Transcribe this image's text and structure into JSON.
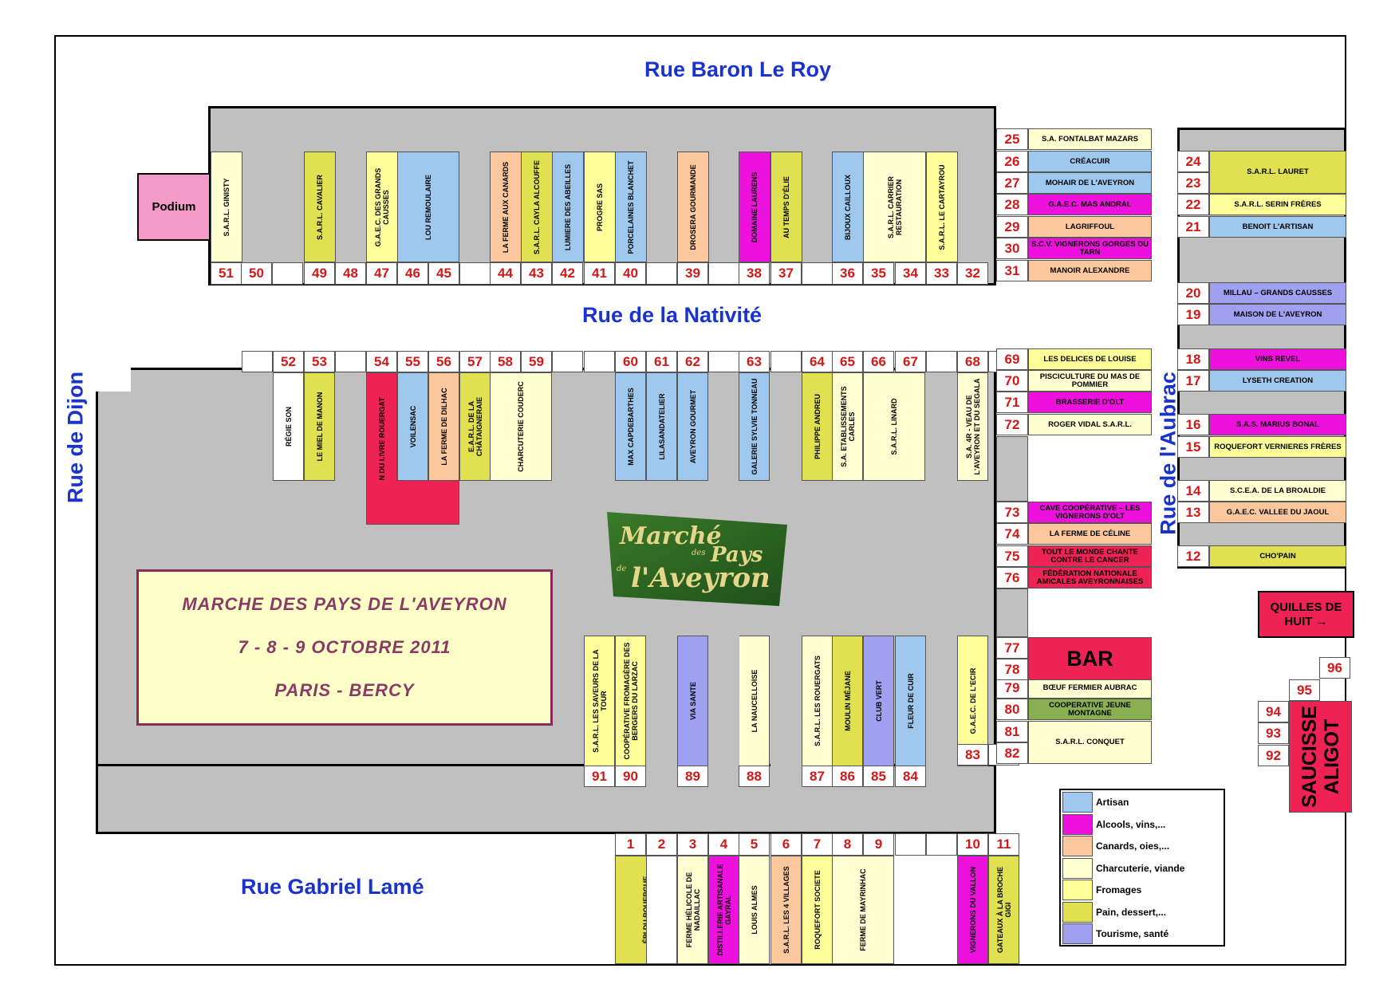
{
  "colors": {
    "artisan": "#9fc8ee",
    "alcools": "#ee11dd",
    "canards": "#fbc89e",
    "charcuterie": "#ffffd2",
    "fromages": "#ffff99",
    "pain": "#e0e050",
    "tourisme": "#a0a0f0",
    "white": "#ffffff",
    "red": "#ee2255",
    "green": "#88b050",
    "grey": "#c0c0c0"
  },
  "streets": {
    "north": "Rue Baron Le Roy",
    "middle": "Rue de la Nativité",
    "south": "Rue Gabriel Lamé",
    "west": "Rue de Dijon",
    "east": "Rue de l'Aubrac"
  },
  "podium": "Podium",
  "event": {
    "line1": "MARCHE DES PAYS DE L'AVEYRON",
    "line2": "7 - 8 - 9 OCTOBRE 2011",
    "line3": "PARIS - BERCY"
  },
  "logo": {
    "line1": "Marché",
    "small": "des",
    "line2": "Pays",
    "small2": "de",
    "line3": "l'Aveyron"
  },
  "bar": "BAR",
  "quilles": "QUILLES DE HUIT →",
  "saucisse": {
    "line1": "SAUCISSE",
    "line2": "ALIGOT"
  },
  "legend": [
    {
      "key": "artisan",
      "label": "Artisan"
    },
    {
      "key": "alcools",
      "label": "Alcools, vins,..."
    },
    {
      "key": "canards",
      "label": "Canards, oies,..."
    },
    {
      "key": "charcuterie",
      "label": "Charcuterie, viande"
    },
    {
      "key": "fromages",
      "label": "Fromages"
    },
    {
      "key": "pain",
      "label": "Pain, dessert,..."
    },
    {
      "key": "tourisme",
      "label": "Tourisme, santé"
    }
  ],
  "top_stands": [
    {
      "label": "S.A.R.L. GINISTY",
      "color": "charcuterie"
    },
    {
      "label": "S.A.R.L. CAVALIER",
      "color": "pain"
    },
    {
      "label": "G.A.E.C. DES GRANDS CAUSSES",
      "color": "fromages"
    },
    {
      "label": "LOU REMOULAIRE",
      "color": "artisan"
    },
    {
      "label": "LA FERME AUX CANARDS",
      "color": "canards"
    },
    {
      "label": "S.A.R.L. CAYLA ALCOUFFE",
      "color": "pain"
    },
    {
      "label": "LUMIERE DES ABEILLES",
      "color": "artisan"
    },
    {
      "label": "PROGRE SAS",
      "color": "fromages"
    },
    {
      "label": "PORCELAINES BLANCHET",
      "color": "artisan"
    },
    {
      "label": "DROSERA GOURMANDE",
      "color": "canards"
    },
    {
      "label": "DOMAINE LAURENS",
      "color": "alcools"
    },
    {
      "label": "AU TEMPS D'ÉLIE",
      "color": "pain"
    },
    {
      "label": "BIJOUX CAILLOUX",
      "color": "artisan"
    },
    {
      "label": "S.A.R.L. CARRIER RESTAURATION",
      "color": "charcuterie"
    },
    {
      "label": "S.A.R.L. LE CARTAYROU",
      "color": "fromages"
    }
  ],
  "top_numbers": [
    "51",
    "50",
    "49",
    "48",
    "47",
    "46",
    "45",
    "44",
    "43",
    "42",
    "41",
    "40",
    "39",
    "38",
    "37",
    "36",
    "35",
    "34",
    "33",
    "32"
  ],
  "row2_numbers": [
    "52",
    "53",
    "54",
    "55",
    "56",
    "57",
    "58",
    "59",
    "60",
    "61",
    "62",
    "63",
    "64",
    "65",
    "66",
    "67",
    "68",
    "69"
  ],
  "row2_stands": [
    {
      "label": "RÉGIE SON",
      "color": "white"
    },
    {
      "label": "LE MIEL DE MANON",
      "color": "pain"
    },
    {
      "label": "SALON DU LIVRE ROUERGAT",
      "color": "red"
    },
    {
      "label": "VOILENSAC",
      "color": "artisan"
    },
    {
      "label": "LA FERME DE DILHAC",
      "color": "canards"
    },
    {
      "label": "E.A.R.L. DE LA CHÂTAIGNERAIE",
      "color": "pain"
    },
    {
      "label": "CHARCUTERIE COUDERC",
      "color": "charcuterie"
    },
    {
      "label": "MAX CAPDEBARTHES",
      "color": "artisan"
    },
    {
      "label": "LILASANDATELIER",
      "color": "artisan"
    },
    {
      "label": "AVEYRON GOURMET",
      "color": "artisan"
    },
    {
      "label": "GALERIE SYLVIE TONNEAU",
      "color": "artisan"
    },
    {
      "label": "PHILIPPE ANDREU",
      "color": "pain"
    },
    {
      "label": "S.A. ETABLISSEMENTS CARLES",
      "color": "charcuterie"
    },
    {
      "label": "S.A.R.L. LINARD",
      "color": "charcuterie"
    },
    {
      "label": "S.A. 4R - VEAU DE L'AVEYRON ET DU SEGALA",
      "color": "charcuterie"
    }
  ],
  "lower_stands": [
    {
      "label": "S.A.R.L. LES SAVEURS DE LA TOUR",
      "color": "fromages"
    },
    {
      "label": "COOPÉRATIVE FROMAGÈRE DES BERGERS DU LARZAC",
      "color": "fromages"
    },
    {
      "label": "VIA SANTE",
      "color": "tourisme"
    },
    {
      "label": "LA NAUCELLOISE",
      "color": "charcuterie"
    },
    {
      "label": "S.A.R.L. LES ROUERGATS",
      "color": "charcuterie"
    },
    {
      "label": "MOULIN MÉJANE",
      "color": "pain"
    },
    {
      "label": "CLUB VERT",
      "color": "tourisme"
    },
    {
      "label": "FLEUR DE CUIR",
      "color": "artisan"
    },
    {
      "label": "G.A.E.C. DE L'ECIR",
      "color": "fromages"
    }
  ],
  "lower_numbers": [
    "91",
    "90",
    "89",
    "88",
    "87",
    "86",
    "85",
    "84",
    "83",
    "82"
  ],
  "bottom_numbers": [
    "1",
    "2",
    "3",
    "4",
    "5",
    "6",
    "7",
    "8",
    "9",
    "10",
    "11"
  ],
  "bottom_stands": [
    {
      "label": "ÉPI DU ROUERGUE",
      "color": "pain"
    },
    {
      "label": "FERME HÉLICOLE DE NADAILLAC",
      "color": "charcuterie"
    },
    {
      "label": "DISTILLERIE ARTISANALE GAYRAL",
      "color": "alcools"
    },
    {
      "label": "LOUIS ALMES",
      "color": "charcuterie"
    },
    {
      "label": "S.A.R.L. LES 4 VILLAGES",
      "color": "canards"
    },
    {
      "label": "ROQUEFORT SOCIETE",
      "color": "fromages"
    },
    {
      "label": "FERME DE MAYRINHAC",
      "color": "charcuterie"
    },
    {
      "label": "VIGNERONS DU VALLON",
      "color": "alcools"
    },
    {
      "label": "GATEAUX À LA BROCHE GIGI",
      "color": "pain"
    }
  ],
  "mid_right": [
    {
      "num": "25",
      "label": "S.A. FONTALBAT MAZARS",
      "color": "charcuterie"
    },
    {
      "num": "26",
      "label": "CRÉACUIR",
      "color": "artisan"
    },
    {
      "num": "27",
      "label": "MOHAIR DE L'AVEYRON",
      "color": "artisan"
    },
    {
      "num": "28",
      "label": "G.A.E.C. MAS ANDRAL",
      "color": "alcools"
    },
    {
      "num": "29",
      "label": "LAGRIFFOUL",
      "color": "canards"
    },
    {
      "num": "30",
      "label": "S.C.V. VIGNERONS GORGES DU TARN",
      "color": "alcools"
    },
    {
      "num": "31",
      "label": "MANOIR ALEXANDRE",
      "color": "canards"
    },
    {
      "num": "69",
      "label": "LES DELICES DE LOUISE",
      "color": "fromages"
    },
    {
      "num": "70",
      "label": "PISCICULTURE DU MAS DE POMMIER",
      "color": "charcuterie"
    },
    {
      "num": "71",
      "label": "BRASSERIE D'OLT",
      "color": "alcools"
    },
    {
      "num": "72",
      "label": "ROGER VIDAL S.A.R.L.",
      "color": "charcuterie"
    },
    {
      "num": "73",
      "label": "CAVE COOPÉRATIVE – LES VIGNERONS D'OLT",
      "color": "alcools"
    },
    {
      "num": "74",
      "label": "LA FERME DE CÉLINE",
      "color": "canards"
    },
    {
      "num": "75",
      "label": "TOUT LE MONDE CHANTE CONTRE LE CANCER",
      "color": "red"
    },
    {
      "num": "76",
      "label": "FÉDÉRATION NATIONALE AMICALES AVEYRONNAISES",
      "color": "red"
    },
    {
      "num": "79",
      "label": "BŒUF FERMIER AUBRAC",
      "color": "charcuterie"
    },
    {
      "num": "80",
      "label": "COOPERATIVE JEUNE MONTAGNE",
      "color": "green"
    },
    {
      "num": "81",
      "label": "S.A.R.L. CONQUET",
      "color": "charcuterie"
    }
  ],
  "bar_numbers": [
    "77",
    "78"
  ],
  "right_col": [
    {
      "num": "24",
      "label": "S.A.R.L. LAURET",
      "color": "pain"
    },
    {
      "num": "23",
      "label": "",
      "color": "pain"
    },
    {
      "num": "22",
      "label": "S.A.R.L. SERIN FRÈRES",
      "color": "fromages"
    },
    {
      "num": "21",
      "label": "BENOIT L'ARTISAN",
      "color": "artisan"
    },
    {
      "num": "20",
      "label": "MILLAU – GRANDS CAUSSES",
      "color": "tourisme"
    },
    {
      "num": "19",
      "label": "MAISON DE L'AVEYRON",
      "color": "tourisme"
    },
    {
      "num": "18",
      "label": "VINS REVEL",
      "color": "alcools"
    },
    {
      "num": "17",
      "label": "LYSETH CREATION",
      "color": "artisan"
    },
    {
      "num": "16",
      "label": "S.A.S. MARIUS BONAL",
      "color": "alcools"
    },
    {
      "num": "15",
      "label": "ROQUEFORT VERNIERES FRÈRES",
      "color": "fromages"
    },
    {
      "num": "14",
      "label": "S.C.E.A. DE LA BROALDIE",
      "color": "charcuterie"
    },
    {
      "num": "13",
      "label": "G.A.E.C. VALLEE DU JAOUL",
      "color": "canards"
    },
    {
      "num": "12",
      "label": "CHO'PAIN",
      "color": "pain"
    }
  ],
  "far_numbers": [
    "96",
    "95",
    "94",
    "93",
    "92"
  ]
}
